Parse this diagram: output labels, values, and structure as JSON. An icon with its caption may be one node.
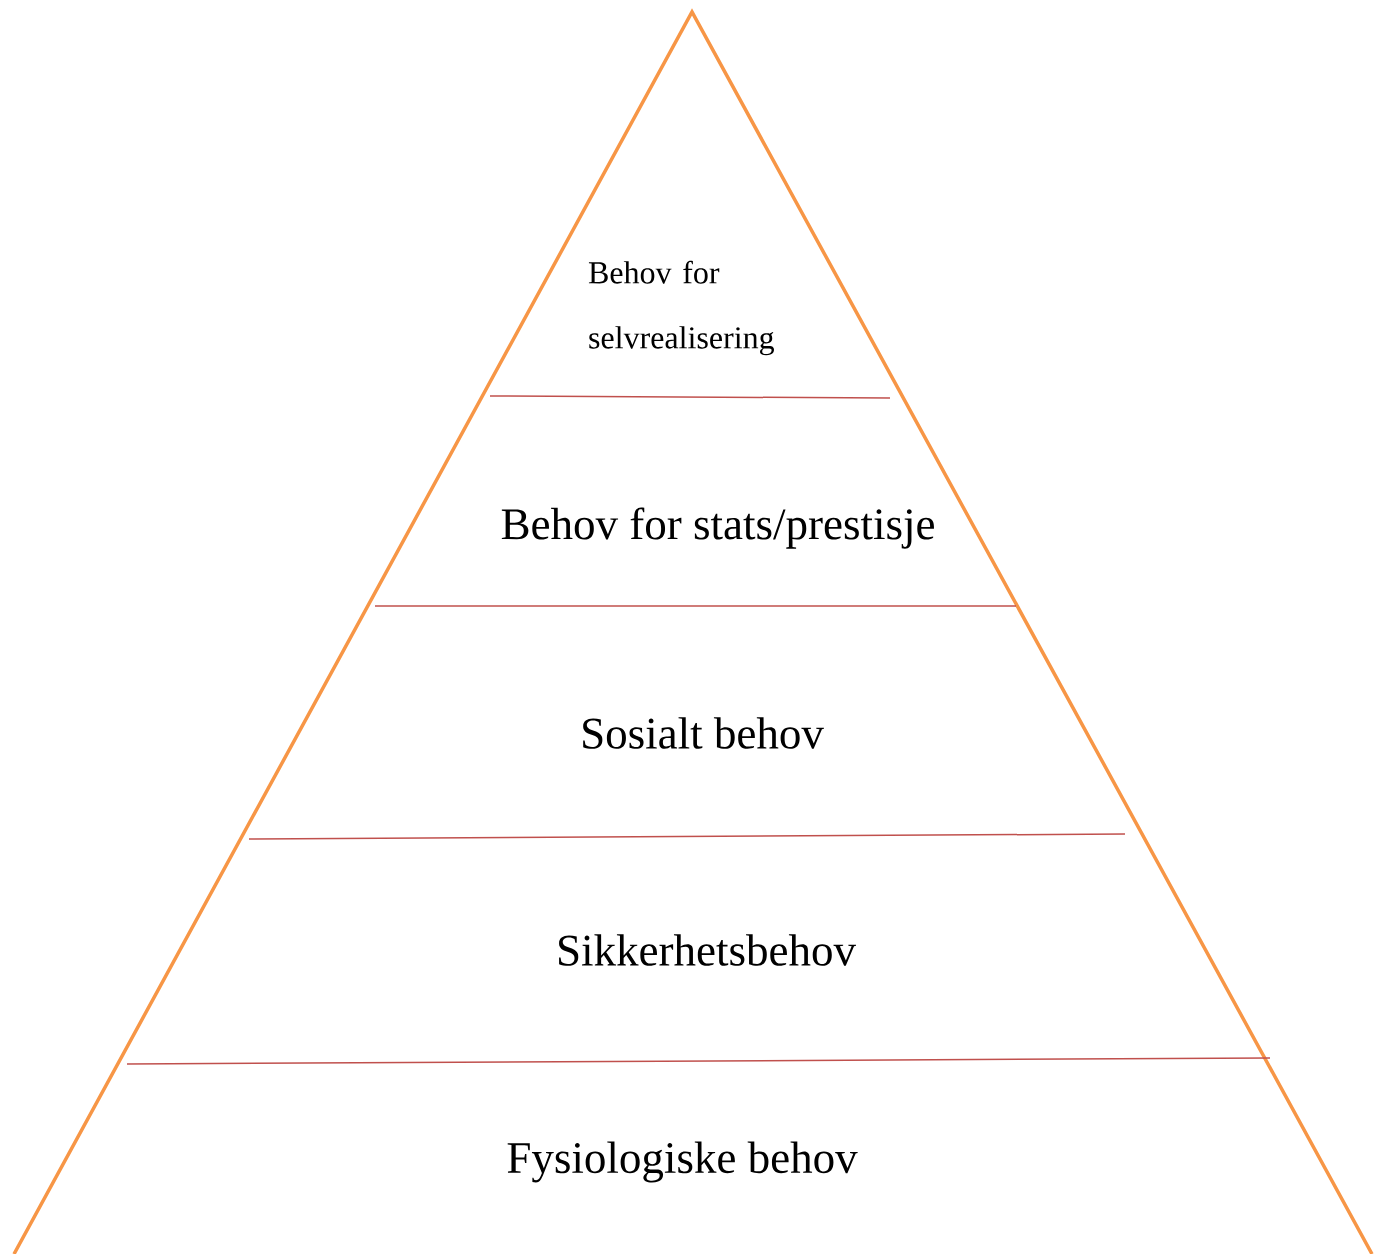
{
  "diagram": {
    "nodes": [
      {
        "text": [
          "Behov for selvrealisering"
        ]
      },
      {
        "text": [
          "Behov for stats/prestisje"
        ]
      },
      {
        "text": [
          "Sosialt behov"
        ]
      },
      {
        "text": [
          "Sikkerhetsbehov"
        ]
      },
      {
        "text": [
          "Fysiologiske behov"
        ]
      }
    ]
  }
}
